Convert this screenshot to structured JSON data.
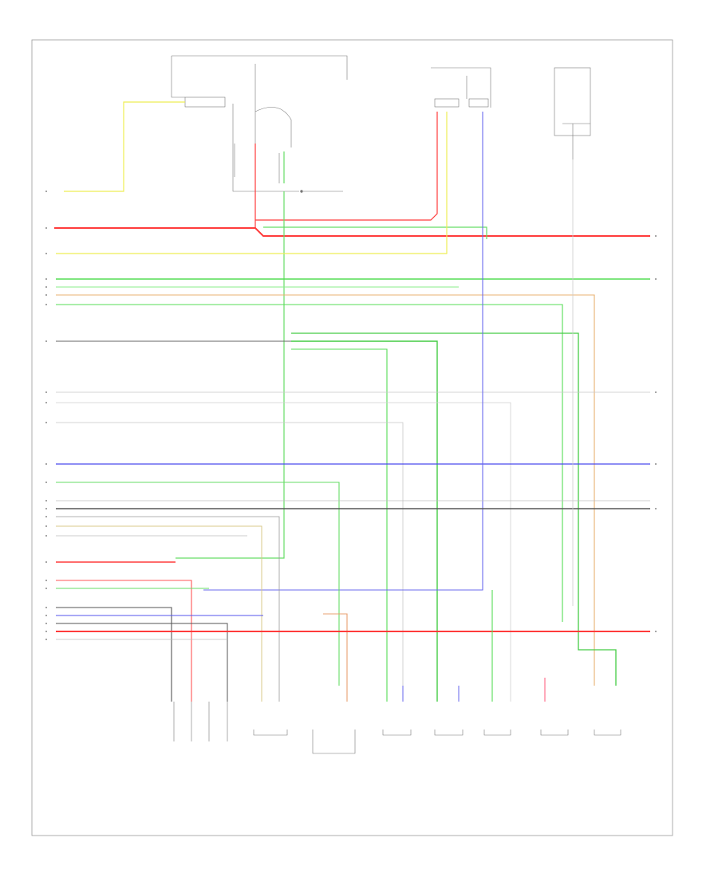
{
  "diagram": {
    "footer_code": "",
    "module_caption": "",
    "colors": {
      "red": "#ff3b3b",
      "yellow": "#eeee55",
      "green": "#44dd44",
      "blue": "#4444ee",
      "black": "#444444",
      "gray": "#b0b0b0",
      "orange": "#e8b070",
      "frame": "#999999"
    },
    "nodes": [
      {
        "name": "top-relay",
        "label": ""
      },
      {
        "name": "top-right-module",
        "label": ""
      },
      {
        "name": "bottom-sensor-1",
        "label": ""
      },
      {
        "name": "bottom-sensor-2",
        "label": ""
      },
      {
        "name": "bottom-sensor-3",
        "label": ""
      },
      {
        "name": "bottom-sensor-4",
        "label": ""
      },
      {
        "name": "bottom-sensor-5",
        "label": ""
      },
      {
        "name": "bottom-sensor-6",
        "label": ""
      },
      {
        "name": "bottom-sensor-7",
        "label": ""
      },
      {
        "name": "bottom-sensor-8",
        "label": ""
      }
    ],
    "wires": [
      {
        "from": "pin-2",
        "color": "red"
      },
      {
        "from": "pin-3",
        "color": "yellow"
      },
      {
        "from": "pin-4",
        "color": "green"
      },
      {
        "from": "pin-5",
        "color": "black"
      },
      {
        "from": "pin-6",
        "color": "gray"
      },
      {
        "from": "pin-7",
        "color": "blue"
      },
      {
        "from": "pin-8",
        "color": "black"
      },
      {
        "from": "pin-9",
        "color": "red"
      }
    ]
  }
}
